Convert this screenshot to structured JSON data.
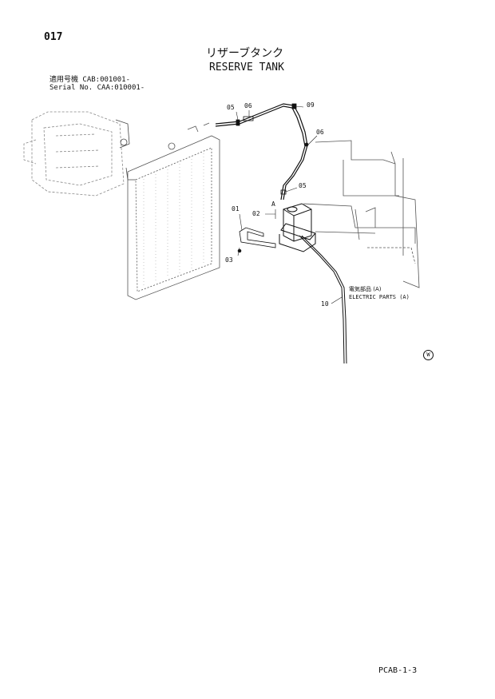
{
  "header": {
    "page_number": "017",
    "title_jp": "リザーブタンク",
    "title_en": "RESERVE TANK",
    "applicability_jp": "適用号機 CAB:001001-",
    "applicability_en": "Serial No. CAA:010001-"
  },
  "callouts": {
    "p01": "01",
    "p02": "02",
    "p03": "03",
    "p05a": "05",
    "p05b": "05",
    "p06a": "06",
    "p06b": "06",
    "p09": "09",
    "p10": "10",
    "ref_a": "A"
  },
  "reference": {
    "electric_parts_jp": "電気部品 (A)",
    "electric_parts_en": "ELECTRIC PARTS (A)"
  },
  "mark": "W",
  "footer": {
    "page_code": "PCAB-1-3"
  }
}
